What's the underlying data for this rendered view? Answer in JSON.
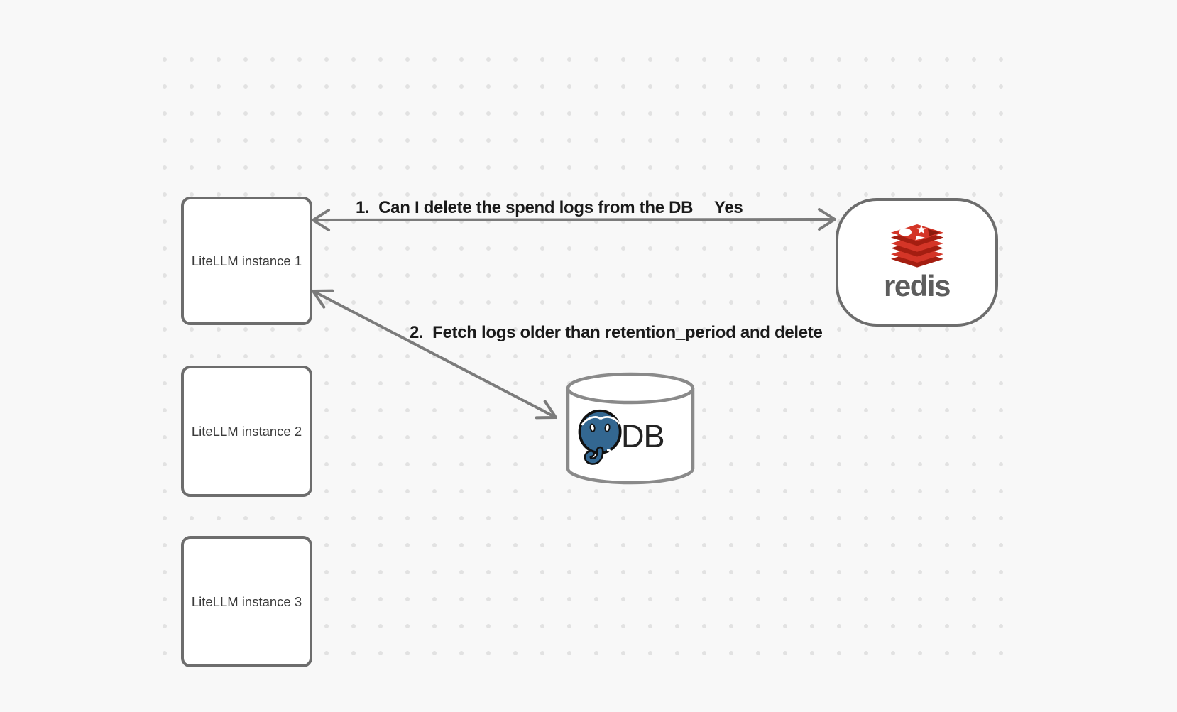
{
  "canvas": {
    "background": "#f8f8f8",
    "dot_color": "#e2e2e2",
    "shape_border_color": "#6d6d6d",
    "arrow_color": "#7b7b7b"
  },
  "nodes": {
    "instances": [
      {
        "label": "LiteLLM instance 1"
      },
      {
        "label": "LiteLLM instance 2"
      },
      {
        "label": "LiteLLM instance 3"
      }
    ],
    "redis": {
      "label": "redis",
      "logo_red": "#d43527",
      "logo_dark_red": "#a41e11",
      "wordmark_color": "#5d5d5d"
    },
    "db": {
      "label": "DB",
      "postgres_blue": "#336791"
    }
  },
  "edges": [
    {
      "label": "1.  Can I delete the spend logs from the DB",
      "response": "Yes",
      "from": "LiteLLM instance 1",
      "to": "redis",
      "style": "double-headed"
    },
    {
      "label": "2.  Fetch logs older than retention_period and delete",
      "from": "LiteLLM instance 1",
      "to": "DB",
      "style": "double-headed"
    }
  ]
}
